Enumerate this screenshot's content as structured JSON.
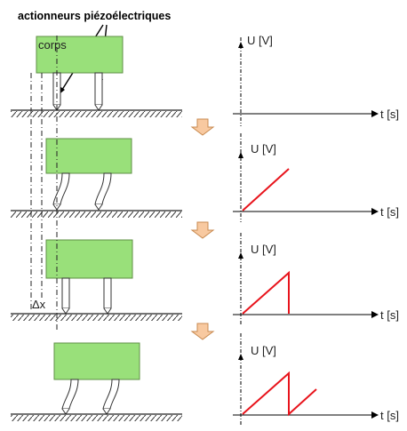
{
  "title": "actionneurs piézoélectriques",
  "body_label": "corps",
  "delta_label": "Δx",
  "y_axis_label": "U [V]",
  "x_axis_label": "t [s]",
  "colors": {
    "body_fill": "#99e07a",
    "signal": "#e8141c",
    "arrow_fill": "#f8c9a0",
    "arrow_stroke": "#c88a50"
  },
  "icons": [
    "down-arrow-icon"
  ],
  "steps": [
    {
      "name": "rest",
      "signal": "zero"
    },
    {
      "name": "ramp-up",
      "signal": "ramp"
    },
    {
      "name": "drop",
      "signal": "ramp-drop"
    },
    {
      "name": "repeat",
      "signal": "sawtooth"
    }
  ]
}
